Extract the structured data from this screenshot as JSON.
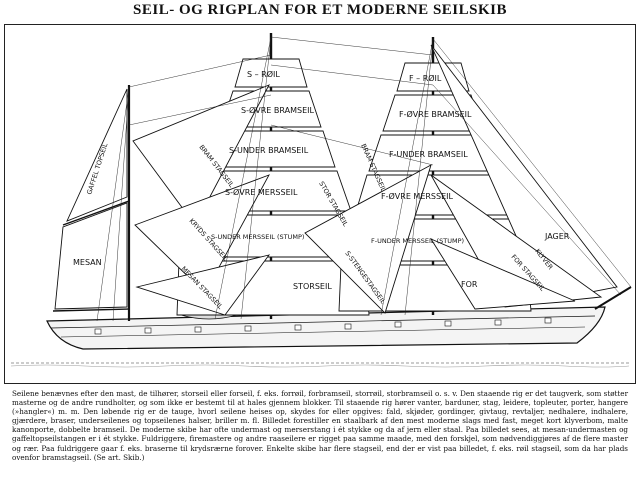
{
  "title": "SEIL- OG RIGPLAN FOR ET MODERNE SEILSKIB",
  "sail_labels": {
    "main_royal": "S – RØIL",
    "main_upper_topgallant": "S-ØVRE BRAMSEIL",
    "main_lower_topgallant": "S-UNDER BRAMSEIL",
    "main_upper_topsail": "S-ØVRE MERSSEIL",
    "main_lower_topsail": "S-UNDER MERSSEIL (STUMP)",
    "main_course": "STORSEIL",
    "fore_royal": "F – RØIL",
    "fore_upper_topgallant": "F-ØVRE BRAMSEIL",
    "fore_lower_topgallant": "F-UNDER BRAMSEIL",
    "fore_upper_topsail": "F-ØVRE MERSSEIL",
    "fore_lower_topsail": "F-UNDER MERSSEIL (STUMP)",
    "fore_course": "FOR",
    "gaff_topsail": "GAFFEL TOPSEIL",
    "spanker": "MESAN",
    "mizzen_royal_stay": "BRAM STAGSEIL",
    "mizzen_topmast_stay": "KRYDS STAGSEIL",
    "mizzen_stay": "MESAN STAGSEIL",
    "main_royal_stay": "BRAM STAGSEIL",
    "main_topmast_stay": "STOR STAGSEIL",
    "main_stay": "S-STENGESTAGSEIL",
    "jib": "JAGER",
    "outer_jib": "KLYVER",
    "fore_topmast_stay": "FOR STAGSEIL"
  },
  "caption": {
    "text": "Seilene benævnes efter den mast, de tilhører, storseil eller forseil, f. eks. forrøil, forbramseil, storrøil, storbramseil o. s. v. Den staaende rig er det taugverk, som støtter masterne og de andre rundholter, og som ikke er bestemt til at hales gjennem blokker. Til staaende rig hører vanter, barduner, stag, leidere, topleuter, porter, hangere (»hangler«) m. m. Den løbende rig er de tauge, hvorl seilene heises op, skydes for eller opgives: fald, skjøder, gordinger, givtaug, revtaljer, nedhalere, indhalere, gjærdere, braser, underseilenes og topseilenes halser, briller m. fl. Billedet forestiller en staalbark af den mest moderne slags med fast, meget kort klyverbom, malte kanonporte, dobbelte bramseil. De moderne skibe har ofte undermast og merserstang i ét stykke og da af jern eller staal. Paa billedet sees, at mesan-undermasten og gaffeltopseilstangen er i ét stykke. Fuldriggere, firemastere og andre raaseilere er rigget paa samme maade, med den forskjel, som nødvendiggjøres af de flere master og rær. Paa fuldriggere gaar f. eks. braserne til krydsrærne forover. Enkelte skibe har flere stagseil, end der er vist paa billedet, f. eks. røil stagseil, som da har plads ovenfor bramstagseil. (Se art. Skib.)"
  }
}
